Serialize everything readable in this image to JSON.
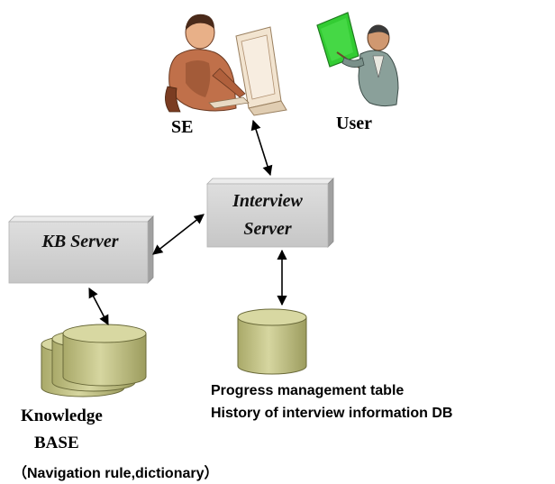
{
  "actors": {
    "se": "SE",
    "user": "User"
  },
  "servers": {
    "interview": {
      "line1": "Interview",
      "line2": "Server"
    },
    "kb": "KB Server"
  },
  "databases": {
    "interview_db": {
      "line1": "Progress management table",
      "line2": "History of interview information DB"
    },
    "knowledge_base": {
      "line1": "Knowledge",
      "line2": "BASE",
      "line3": "（Navigation rule,dictionary）"
    }
  },
  "icons": [
    "se-person-at-computer-icon",
    "user-presenter-icon"
  ],
  "colors": {
    "box_fill": "#d4d4d4",
    "box_top": "#e6e6e6",
    "box_side": "#9e9e9e",
    "db_fill": "#c8c88a",
    "db_top": "#d8d8a2",
    "board_green": "#33cc33"
  }
}
